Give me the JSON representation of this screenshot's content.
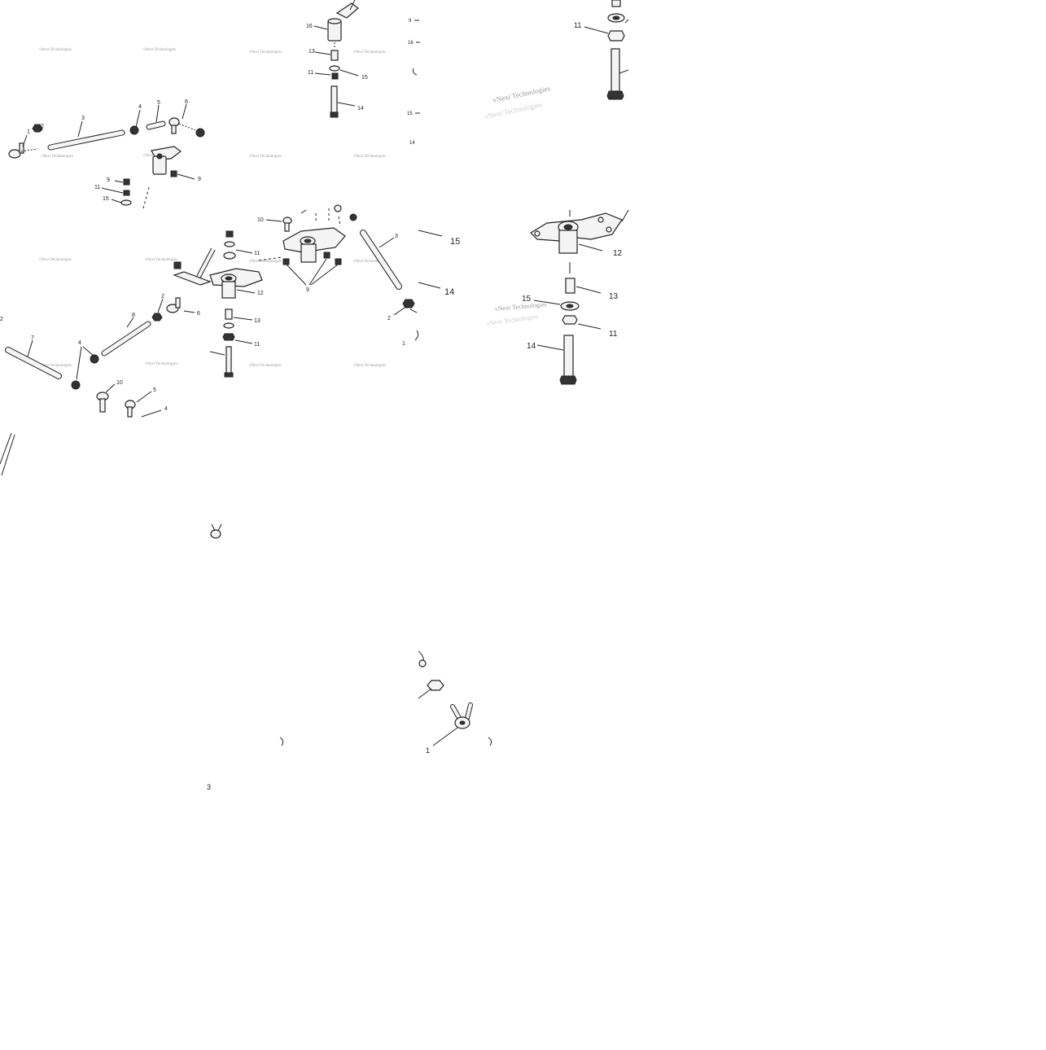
{
  "watermark": {
    "small": "vNext Technologies",
    "large": "vNext Technologies"
  },
  "labels": {
    "tl_1": "1",
    "tl_2": "2",
    "tl_3": "3",
    "tl_4": "4",
    "tl_5": "5",
    "tl_6": "6",
    "tl_9a": "9",
    "tl_9b": "9",
    "tl_11": "11",
    "tl_15": "15",
    "tc_16": "16",
    "tc_13": "13",
    "tc_11": "11",
    "tc_15": "15",
    "tc_14": "14",
    "te_9": "9",
    "te_16": "16",
    "te_15": "15",
    "te_14": "14",
    "tr_11": "11",
    "ml_10": "10",
    "ml_11a": "11",
    "ml_12": "12",
    "ml_13": "13",
    "ml_11b": "11",
    "ml_9": "9",
    "ml_3": "3",
    "ml_2": "2",
    "ml_1": "1",
    "ml_15": "15",
    "ml_14": "14",
    "ml_6": "6",
    "ml_8": "8",
    "ml_7": "7",
    "ml_4": "4",
    "ml_10b": "10",
    "ml_5": "5",
    "ml_4b": "4",
    "ml_2b": "2",
    "ml_2c": "2",
    "mr_12": "12",
    "mr_13": "13",
    "mr_15": "15",
    "mr_11": "11",
    "mr_14": "14",
    "bot_1": "1",
    "bot_3": "3"
  }
}
